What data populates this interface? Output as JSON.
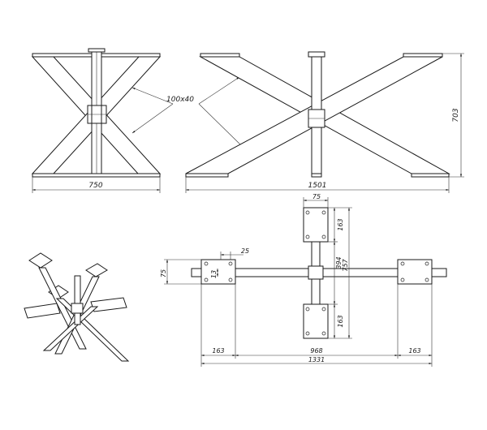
{
  "dimensions": {
    "tube_profile": "100x40",
    "front_width": "750",
    "side_length": "1501",
    "height": "703",
    "plate_width": "75",
    "plate_length": "163",
    "plate_span_total": "757",
    "inner_span": "394",
    "plan_plate_height": "75",
    "plan_small": "25",
    "plan_hole": "13",
    "plan_end_left": "163",
    "plan_end_right": "163",
    "plan_inner": "968",
    "plan_total": "1331"
  }
}
